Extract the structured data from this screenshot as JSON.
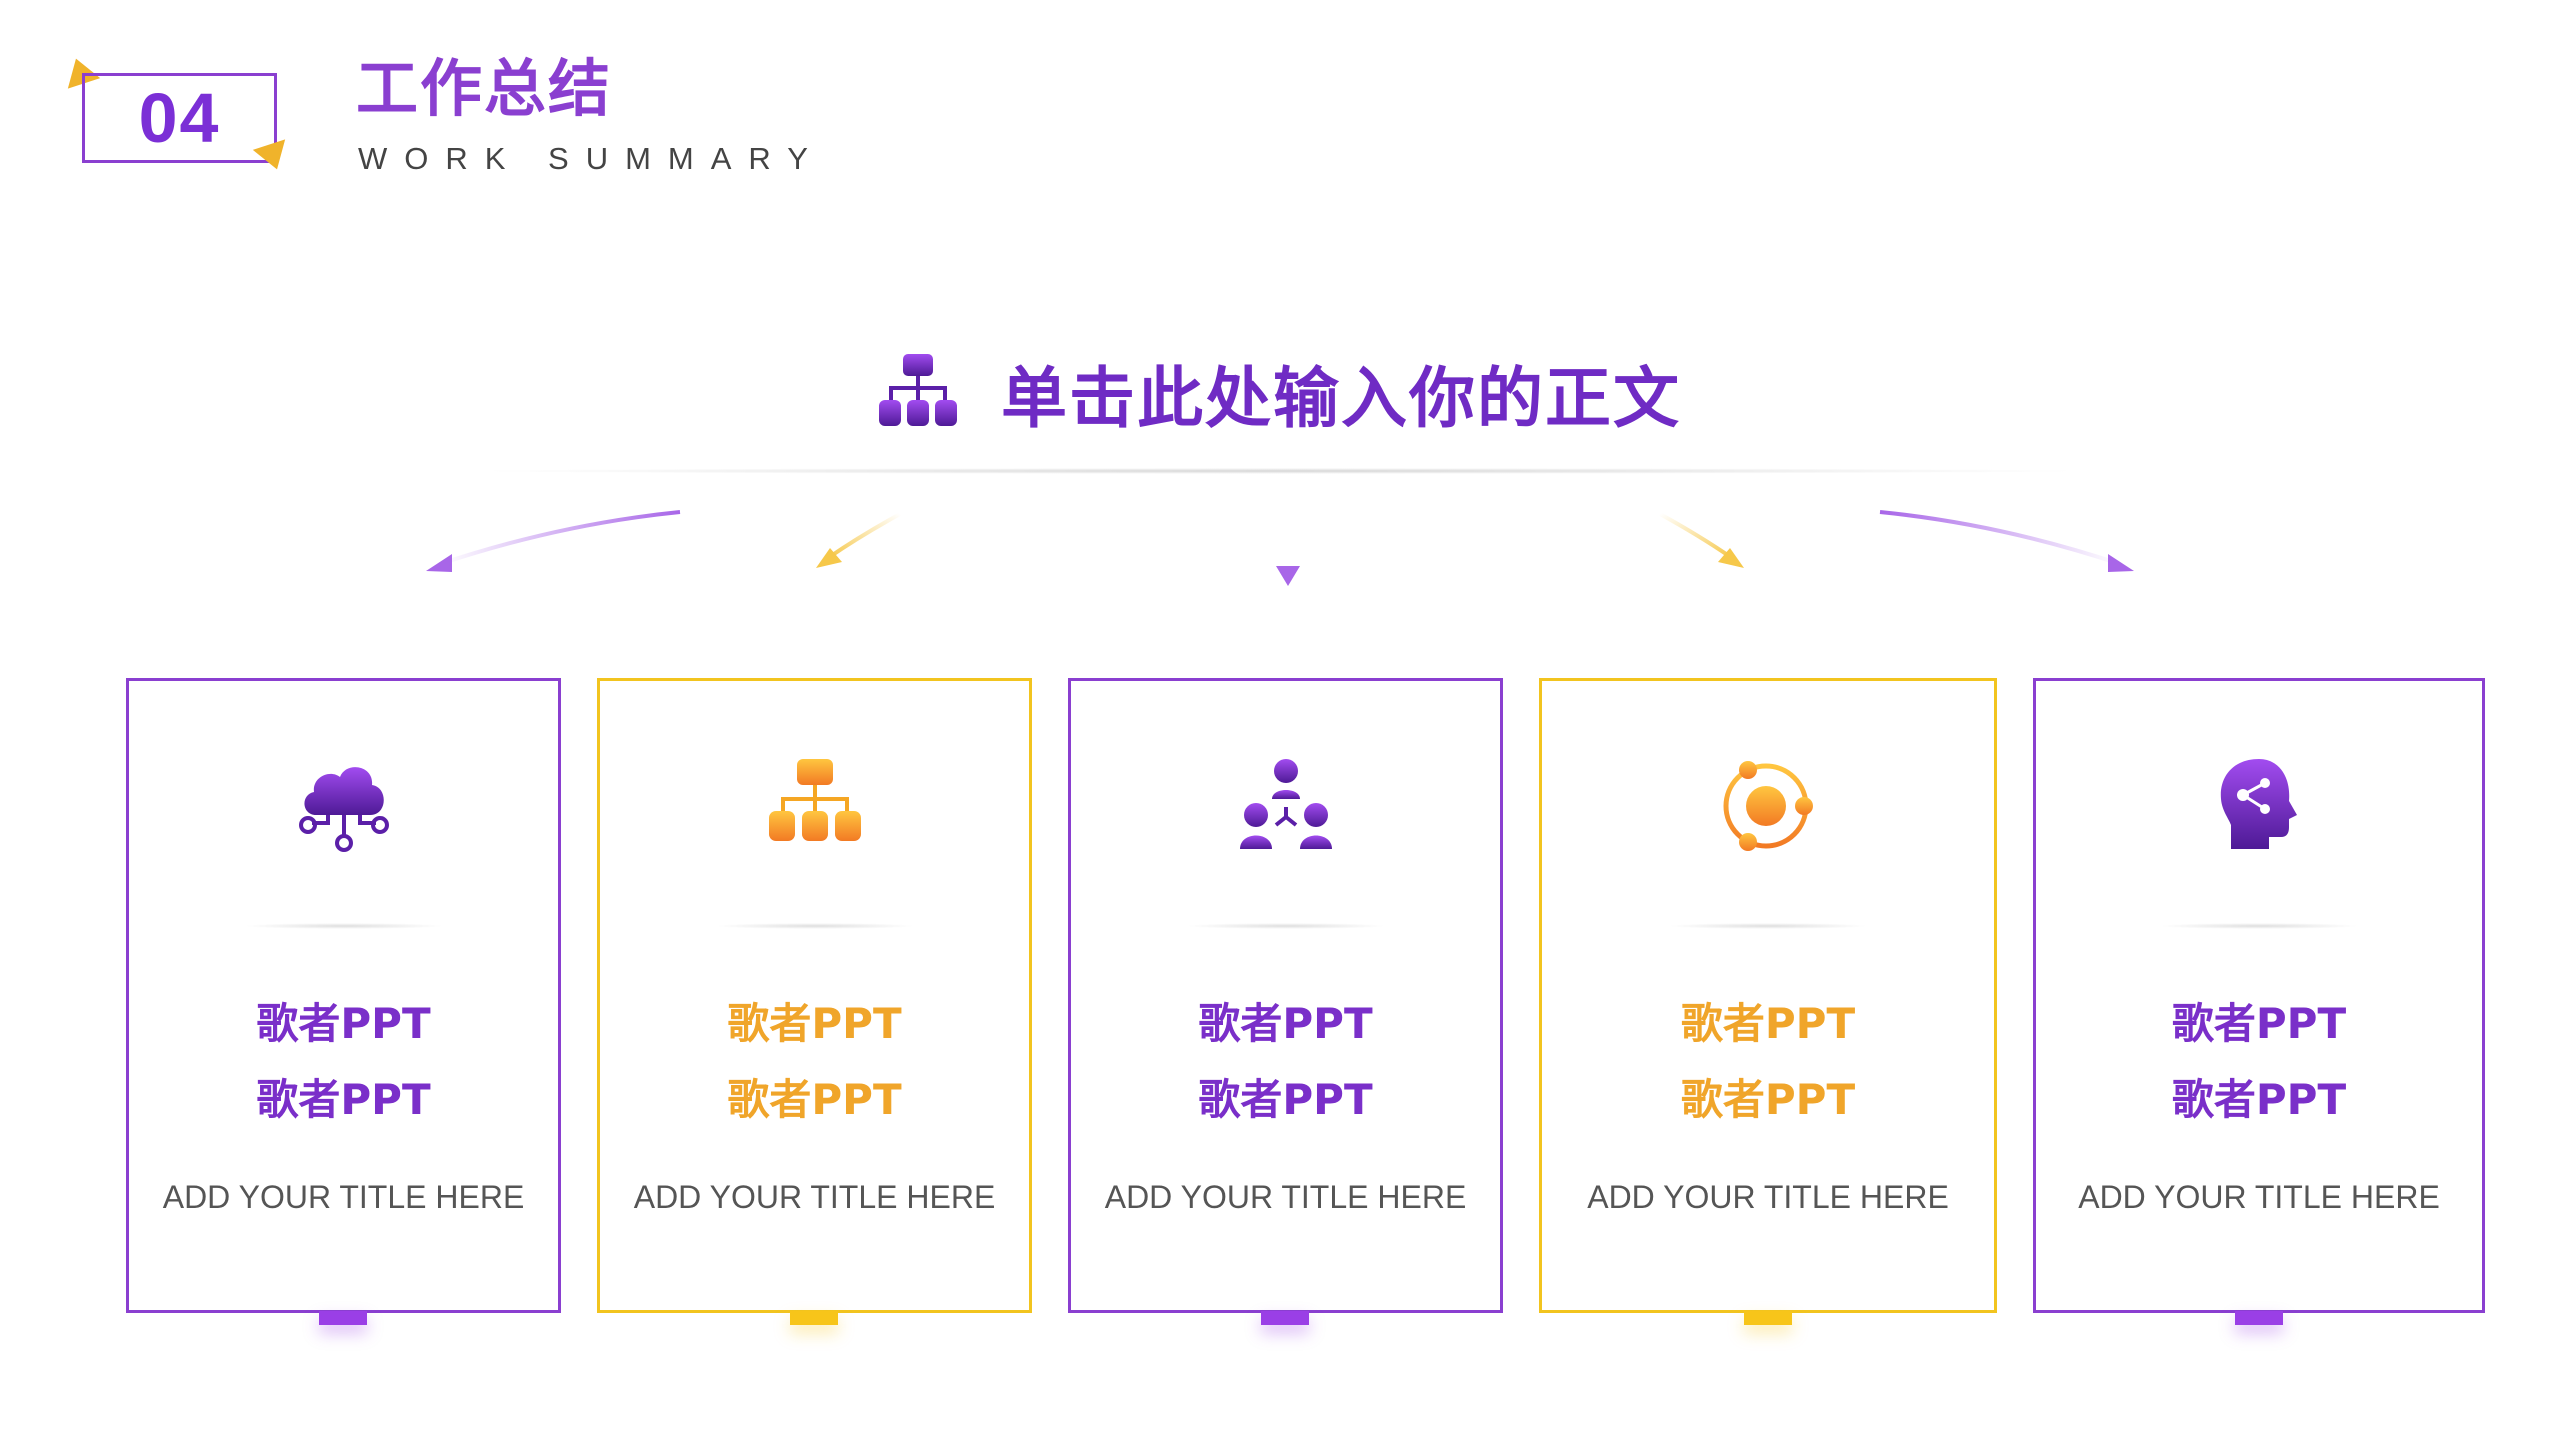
{
  "header": {
    "number": "04",
    "title_cn": "工作总结",
    "title_en": "WORK SUMMARY"
  },
  "center": {
    "text": "单击此处输入你的正文",
    "icon": "org-chart-icon"
  },
  "cards": [
    {
      "style": "purple",
      "icon": "cloud-network-icon",
      "line1": "歌者PPT",
      "line2": "歌者PPT",
      "subtitle": "ADD YOUR TITLE HERE"
    },
    {
      "style": "yellow",
      "icon": "org-chart-icon",
      "line1": "歌者PPT",
      "line2": "歌者PPT",
      "subtitle": "ADD YOUR TITLE HERE"
    },
    {
      "style": "purple",
      "icon": "team-icon",
      "line1": "歌者PPT",
      "line2": "歌者PPT",
      "subtitle": "ADD YOUR TITLE HERE"
    },
    {
      "style": "yellow",
      "icon": "orbit-icon",
      "line1": "歌者PPT",
      "line2": "歌者PPT",
      "subtitle": "ADD YOUR TITLE HERE"
    },
    {
      "style": "purple",
      "icon": "head-network-icon",
      "line1": "歌者PPT",
      "line2": "歌者PPT",
      "subtitle": "ADD YOUR TITLE HERE"
    }
  ],
  "colors": {
    "purple": "#8a3fd0",
    "purple_dark": "#5b1fa8",
    "yellow": "#f2c41f",
    "orange": "#f0a52a",
    "accent_triangle": "#f0b32b"
  }
}
